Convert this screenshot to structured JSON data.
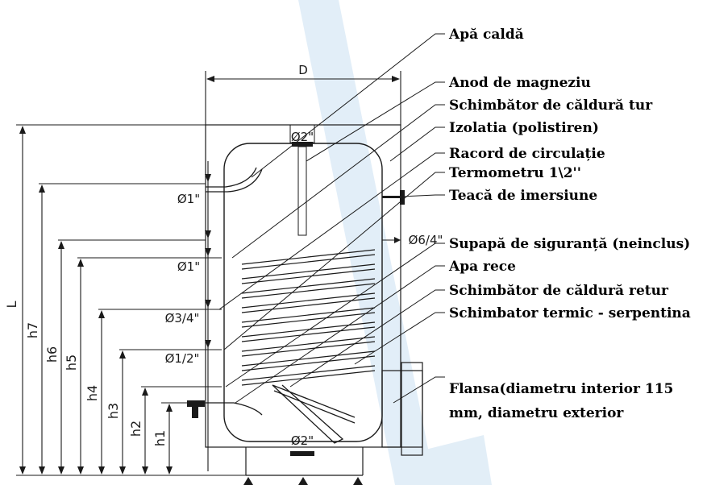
{
  "dimensions": {
    "width": "D",
    "length": "L",
    "heights": [
      "h1",
      "h2",
      "h3",
      "h4",
      "h5",
      "h6",
      "h7"
    ],
    "connections": {
      "top": "Ø2\"",
      "hot_water": "Ø1\"",
      "coil_flow": "Ø1\"",
      "recirculation": "Ø3/4\"",
      "thermometer": "Ø1/2\"",
      "side": "Ø6/4\"",
      "bottom": "Ø2\""
    }
  },
  "callouts": [
    "Apă caldă",
    "Anod de magneziu",
    "Schimbător de căldură tur",
    "Izolatia (polistiren)",
    "Racord de circulație",
    "Termometru 1\\2''",
    "Teacă de imersiune",
    "Supapă de siguranță (neinclus)",
    "Apa rece",
    "Schimbător de căldură retur",
    "Schimbator termic - serpentina",
    "Flansa(diametru interior 115",
    "mm, diametru exterior"
  ],
  "colors": {
    "line": "#1a1a1a",
    "watermark": "#dbeaf6"
  }
}
